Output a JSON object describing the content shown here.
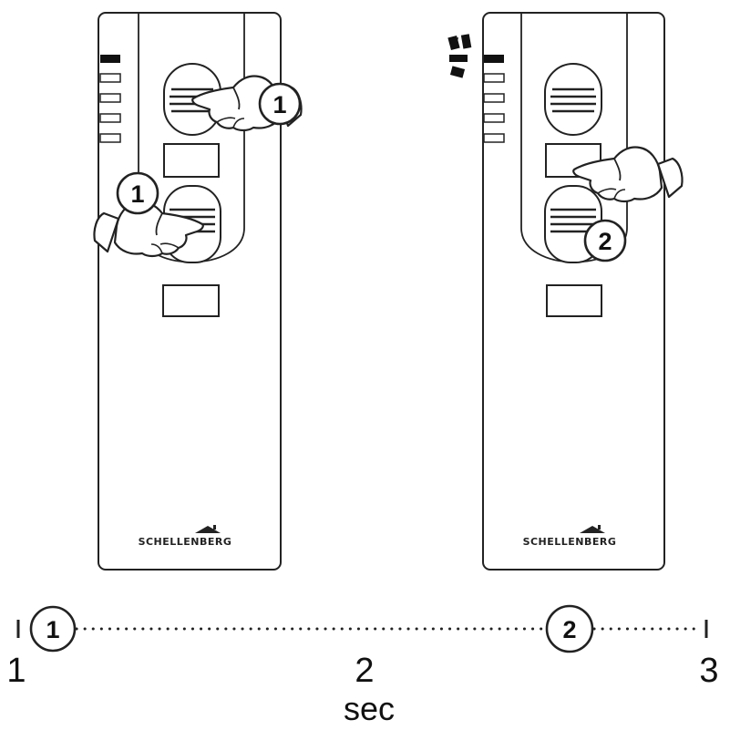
{
  "remotes": [
    {
      "brand": "SCHELLENBERG",
      "markers": [
        "1",
        "1"
      ],
      "state": "press-up-and-down-together"
    },
    {
      "brand": "SCHELLENBERG",
      "markers": [
        "2"
      ],
      "state": "press-stop-led-flashing"
    }
  ],
  "timeline": {
    "markers": [
      "1",
      "2"
    ],
    "tick_labels": [
      "1",
      "2",
      "3"
    ],
    "unit": "sec"
  },
  "colors": {
    "line": "#222222",
    "fill": "#ffffff",
    "hand": "#ffffff"
  },
  "icons": {
    "press": "pointing-hand-icon",
    "logo": "roof-logo-icon",
    "signal": "led-flash-icon"
  }
}
